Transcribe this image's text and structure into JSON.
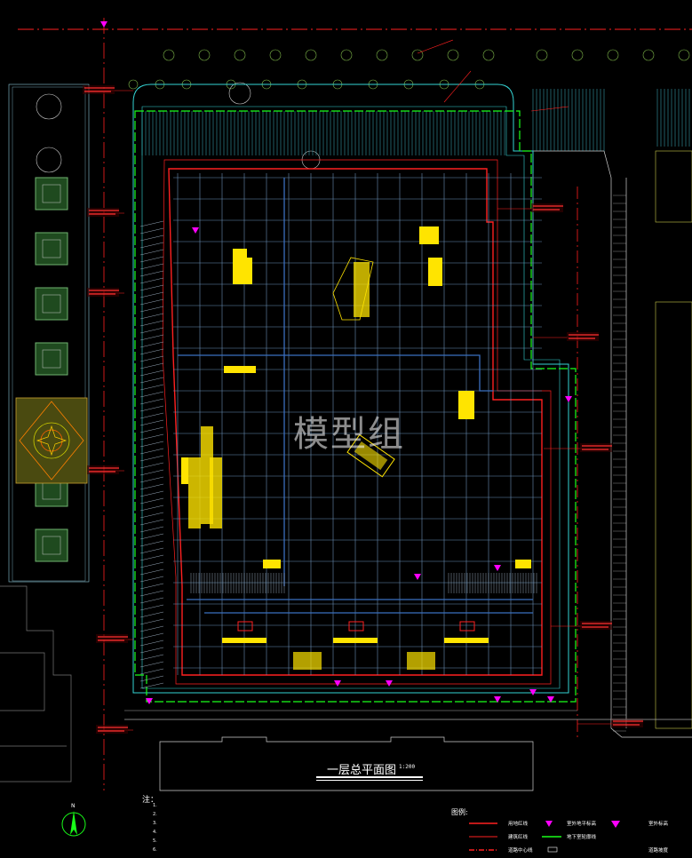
{
  "drawing": {
    "title": "一层总平面图",
    "scale": "1:200",
    "watermark": "模型组",
    "compass_label": "N"
  },
  "notes": {
    "heading": "注：",
    "lines": [
      "1. ",
      "2. ",
      "3. ",
      "4. ",
      "5. ",
      "6. "
    ]
  },
  "legend": {
    "heading": "图例:",
    "items": [
      {
        "label": "用地红线",
        "color": "#ff2020"
      },
      {
        "label": "室外地平标高",
        "color": "#ff00ff"
      },
      {
        "label": "室外标高",
        "color": "#ff00ff"
      },
      {
        "label": "建筑红线",
        "color": "#ff2020"
      },
      {
        "label": "地下室轮廓线",
        "color": "#00ff00"
      },
      {
        "label": "道路中心线",
        "color": "#ff2020"
      },
      {
        "label": "道路坡度",
        "color": "#ffffff"
      }
    ]
  },
  "colors": {
    "background": "#000000",
    "grid": "#6a8fb5",
    "boundary_red": "#ff2020",
    "basement_green": "#19ff19",
    "cyan_lines": "#35d5d5",
    "yellow_fixtures": "#ffe400",
    "magenta_markers": "#ff00ff",
    "label_red": "#ff3030"
  },
  "icons": [
    "north-arrow-icon",
    "elevation-triangle-icon",
    "tree-icon",
    "fountain-icon"
  ]
}
